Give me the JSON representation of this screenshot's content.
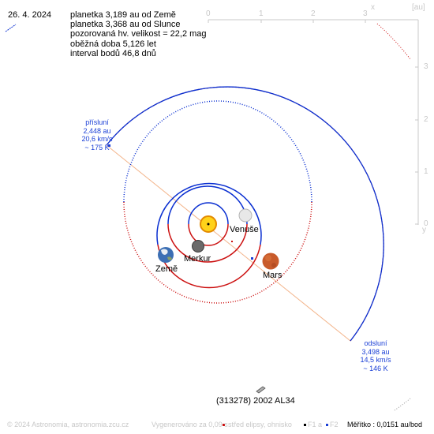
{
  "date": "26. 4. 2024",
  "info": {
    "dist_earth": "planetka 3,189 au od Země",
    "dist_sun": "planetka 3,368 au od Slunce",
    "magnitude": "pozorovaná hv. velikost = 22,2 mag",
    "period": "oběžná doba 5,126 let",
    "interval": "interval bodů 46,8 dnů"
  },
  "axes": {
    "x_ticks": [
      "0",
      "1",
      "2",
      "3"
    ],
    "x_label": "x",
    "y_ticks": [
      "3",
      "2",
      "1",
      "0"
    ],
    "y_label": "y",
    "unit": "[au]"
  },
  "planets": {
    "venus": "Venuše",
    "mercury": "Merkur",
    "earth": "Země",
    "mars": "Mars"
  },
  "perihelion": {
    "title": "přísluní",
    "distance": "2,448 au",
    "speed": "20,6 km/s",
    "temp": "~ 175 K"
  },
  "aphelion": {
    "title": "odsluní",
    "distance": "3,498 au",
    "speed": "14,5 km/s",
    "temp": "~ 146 K"
  },
  "asteroid_name": "(313278) 2002 AL34",
  "footer": {
    "copyright": "© 2024 Astronomia, astronomia.zcu.cz",
    "generated": "Vygenerováno za 0,09 s",
    "legend_center": "střed elipsy, ohnisko",
    "legend_f1": "F1 a",
    "legend_f2": "F2",
    "scale": "Měřítko : 0,0151 au/bod"
  },
  "colors": {
    "orbit_near": "#0a2fd1",
    "orbit_far": "#cc1111",
    "guide_line": "#f3b48a",
    "axis": "#c8c8c8"
  }
}
